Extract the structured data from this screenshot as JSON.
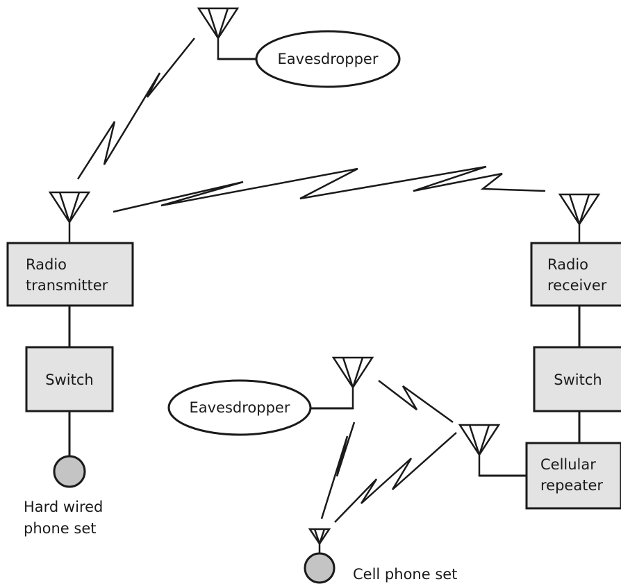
{
  "labels": {
    "eavesdropper_top": "Eavesdropper",
    "eavesdropper_mid": "Eavesdropper",
    "radio_transmitter": [
      "Radio",
      "transmitter"
    ],
    "radio_receiver": [
      "Radio",
      "receiver"
    ],
    "switch_left": "Switch",
    "switch_right": "Switch",
    "cellular_repeater": [
      "Cellular",
      "repeater"
    ],
    "hard_wired_phone": [
      "Hard wired",
      "phone set"
    ],
    "cell_phone": "Cell phone set"
  },
  "colors": {
    "box_fill": "#e3e3e3",
    "phone_fill": "#c4c4c4",
    "stroke": "#1a1a1a"
  }
}
